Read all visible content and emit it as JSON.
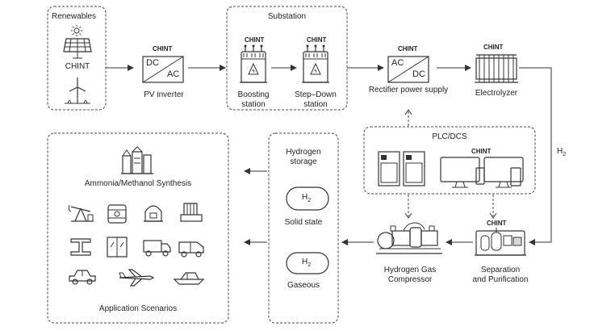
{
  "renewables": {
    "title": "Renewables",
    "brand": "CHINT",
    "icons": [
      "sun-icon",
      "solar-panel-icon",
      "wind-turbine-icon"
    ]
  },
  "pv_inverter": {
    "brand": "CHINT",
    "dc": "DC",
    "ac": "AC",
    "label": "PV inverter"
  },
  "substation": {
    "title": "Substation",
    "boosting": {
      "brand": "CHINT",
      "label_line1": "Boosting",
      "label_line2": "station"
    },
    "stepdown": {
      "brand": "CHINT",
      "label_line1": "Step–Down",
      "label_line2": "station"
    }
  },
  "rectifier": {
    "brand": "CHINT",
    "ac": "AC",
    "dc": "DC",
    "label": "Rectifier power supply"
  },
  "electrolyzer": {
    "brand": "CHINT",
    "label": "Electrolyzer"
  },
  "h2_line": {
    "label": "H",
    "sub": "2"
  },
  "plc": {
    "title": "PLC/DCS",
    "brand": "CHINT"
  },
  "separation": {
    "brand": "CHINT",
    "label_line1": "Separation",
    "label_line2": "and Purification"
  },
  "compressor": {
    "label_line1": "Hydrogen Gas",
    "label_line2": "Compressor"
  },
  "storage": {
    "title_line1": "Hydrogen",
    "title_line2": "storage",
    "tank_text": "H",
    "tank_sub": "2",
    "solid": "Solid state",
    "gaseous": "Gaseous"
  },
  "applications": {
    "synthesis_label": "Ammonia/Methanol Synthesis",
    "footer": "Application Scenarios",
    "icons": [
      "oil-pump-icon",
      "barrel-icon",
      "furnace-icon",
      "factory-unit-icon",
      "steel-beam-icon",
      "window-frame-icon",
      "truck-icon",
      "van-icon",
      "car-icon",
      "airplane-icon",
      "ship-icon"
    ]
  },
  "colors": {
    "line": "#333333",
    "icon_dark": "#333333",
    "icon_gray": "#9a9a9a",
    "background": "#ffffff"
  }
}
